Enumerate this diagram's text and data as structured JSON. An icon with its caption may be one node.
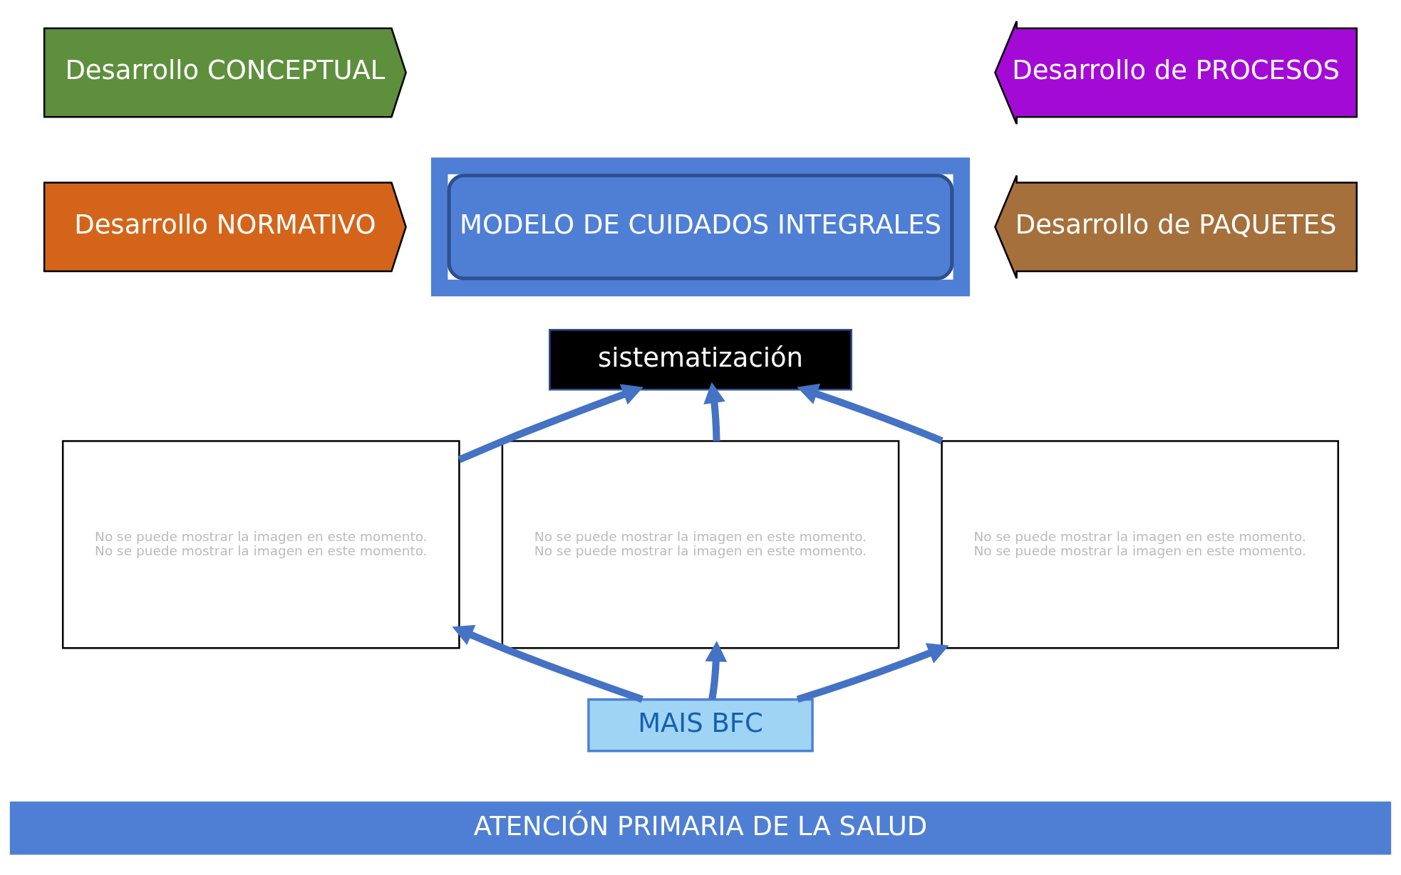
{
  "diagram": {
    "nodes": [
      {
        "text": [
          "Desarrollo CONCEPTUAL"
        ]
      },
      {
        "text": [],
        "shape": "box"
      },
      {
        "text": [
          "MODELO DE CUIDADOS INTEGRALES"
        ],
        "in": 1
      },
      {
        "text": [
          "Desarrollo de PROCESOS"
        ]
      },
      {
        "text": [
          "Desarrollo NORMATIVO"
        ]
      },
      {
        "text": [
          "Desarrollo de PAQUETES"
        ]
      },
      {
        "text": [
          "sistematización"
        ]
      },
      {
        "text": [
          "No se puede mostrar la imagen en este momento.",
          "No se puede mostrar la imagen en este momento."
        ]
      },
      {
        "text": [
          "No se puede mostrar la imagen en este momento.",
          "No se puede mostrar la imagen en este momento."
        ]
      },
      {
        "text": [
          "No se puede mostrar la imagen en este momento.",
          "No se puede mostrar la imagen en este momento."
        ]
      },
      {
        "text": [
          "MAIS BFC"
        ]
      },
      {
        "text": [
          "ATENCIÓN PRIMARIA DE LA SALUD"
        ]
      }
    ],
    "edges": [
      {
        "from": 7,
        "to": 6,
        "arrow": "to"
      },
      {
        "from": 8,
        "to": 6,
        "arrow": "to"
      },
      {
        "from": 9,
        "to": 6,
        "arrow": "to"
      },
      {
        "from": 10,
        "to": 7,
        "arrow": "to"
      },
      {
        "from": 10,
        "to": 8,
        "arrow": "to"
      },
      {
        "from": 10,
        "to": 9,
        "arrow": "to"
      }
    ]
  }
}
